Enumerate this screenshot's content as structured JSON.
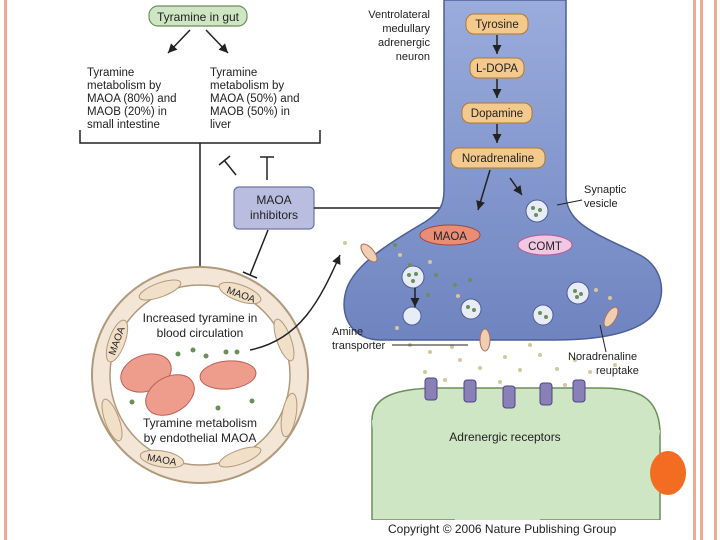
{
  "diagram": {
    "tyramine_gut": "Tyramine in gut",
    "small_intestine_text": [
      "Tyramine",
      "metabolism by",
      "MAOA (80%) and",
      "MAOB (20%) in",
      "small intestine"
    ],
    "liver_text": [
      "Tyramine",
      "metabolism by",
      "MAOA (50%) and",
      "MAOB (50%) in",
      "liver"
    ],
    "maoa_inhibitors": [
      "MAOA",
      "inhibitors"
    ],
    "neuron_label": [
      "Ventrolateral",
      "medullary",
      "adrenergic",
      "neuron"
    ],
    "pathway": [
      "Tyrosine",
      "L-DOPA",
      "Dopamine",
      "Noradrenaline"
    ],
    "synaptic_vesicle": [
      "Synaptic",
      "vesicle"
    ],
    "maoa": "MAOA",
    "comt": "COMT",
    "vessel_text_top": [
      "Increased tyramine in",
      "blood circulation"
    ],
    "vessel_text_bottom": [
      "Tyramine metabolism",
      "by endothelial MAOA"
    ],
    "vessel_maoa_labels": [
      "MAOA",
      "MAOA",
      "MAOA"
    ],
    "amine_transporter": [
      "Amine",
      "transporter"
    ],
    "reuptake": [
      "Noradrenaline",
      "reuptake"
    ],
    "receptors": "Adrenergic receptors"
  },
  "footer": {
    "copyright": "Copyright © 2006 Nature Publishing Group"
  },
  "colors": {
    "frame_accent": "#f2a98f",
    "orange_dot": "#f26d21",
    "neuron_fill": "#7f93c9",
    "receptor_fill": "#cfe6c4"
  }
}
